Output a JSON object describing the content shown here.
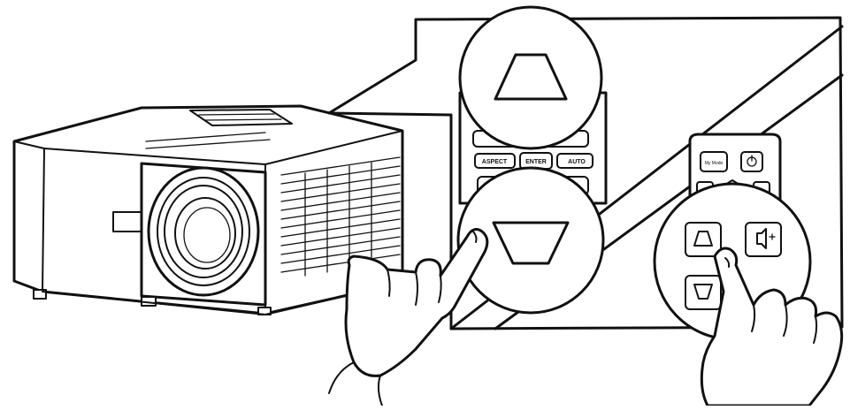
{
  "illustration": {
    "keypad_labels": {
      "aspect": "ASPECT",
      "enter": "ENTER",
      "auto": "AUTO"
    },
    "remote_labels": {
      "my_mode": "My Mode",
      "power_symbol": "⏻",
      "up_arrow": "▲"
    },
    "callouts": [
      "keystone-up",
      "keystone-down"
    ]
  }
}
